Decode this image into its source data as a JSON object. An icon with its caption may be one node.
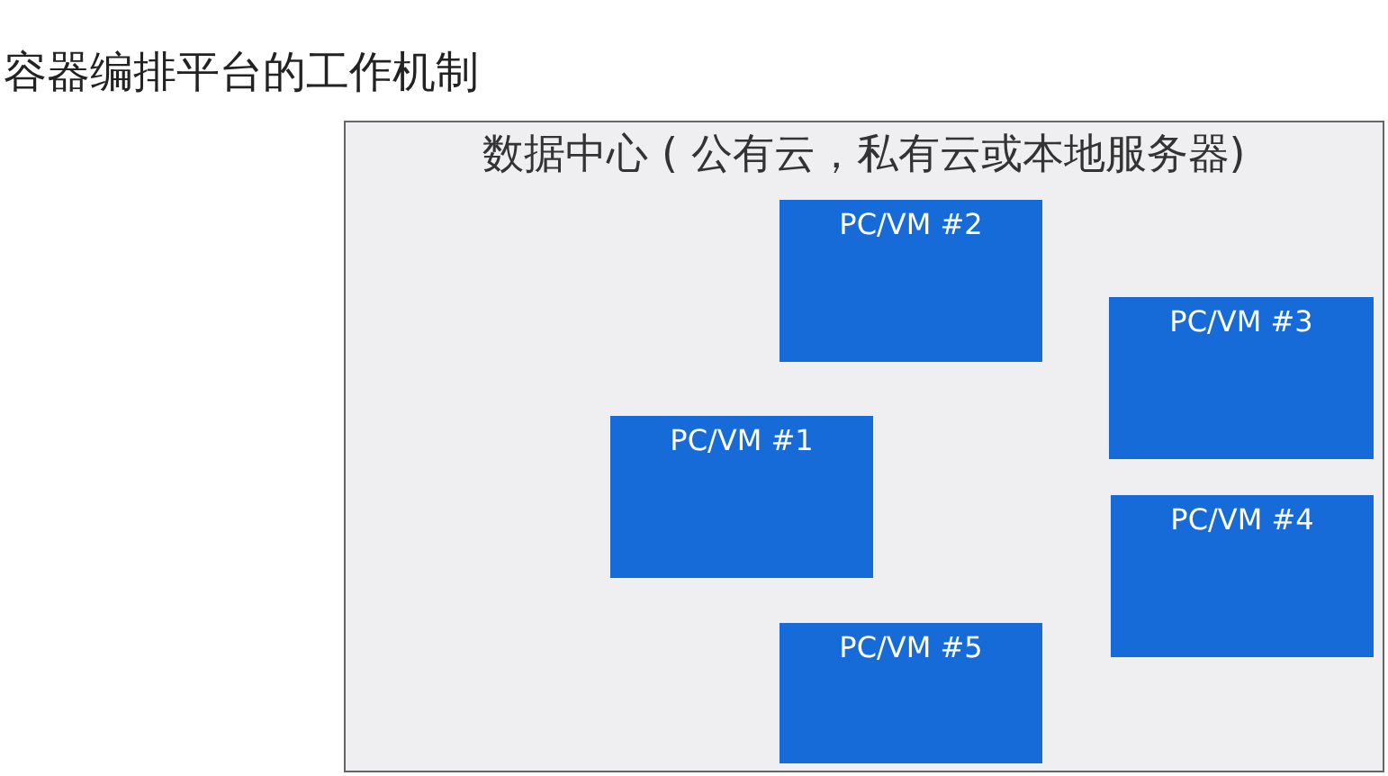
{
  "diagram": {
    "title": "容器编排平台的工作机制",
    "nodes": [
      {
        "text": [
          "数据中心 ( 公有云，私有云或本地服务器)"
        ]
      },
      {
        "text": [
          "PC/VM #2"
        ],
        "in": 0
      },
      {
        "text": [
          "PC/VM #3"
        ],
        "in": 0
      },
      {
        "text": [
          "PC/VM #1"
        ],
        "in": 0
      },
      {
        "text": [
          "PC/VM #4"
        ],
        "in": 0
      },
      {
        "text": [
          "PC/VM #5"
        ],
        "in": 0
      }
    ]
  }
}
